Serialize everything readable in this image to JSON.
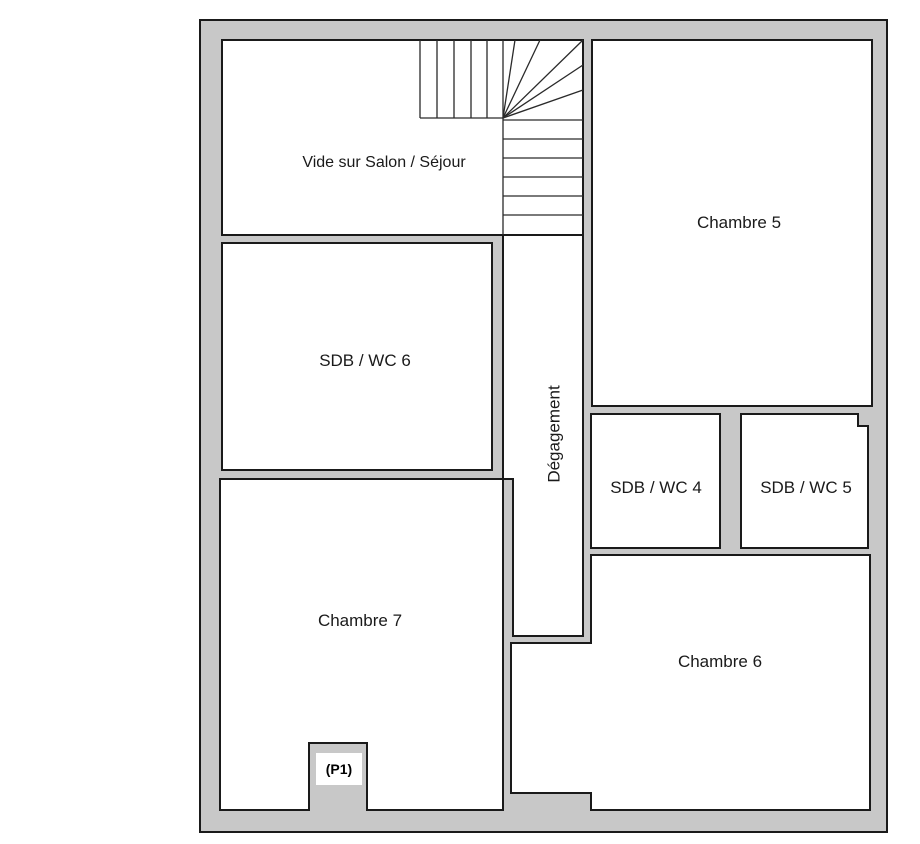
{
  "rooms": {
    "vide_salon": "Vide sur Salon / Séjour",
    "chambre_5": "Chambre 5",
    "sdb_wc_6": "SDB / WC 6",
    "degagement": "Dégagement",
    "sdb_wc_4": "SDB / WC 4",
    "sdb_wc_5": "SDB / WC 5",
    "chambre_7": "Chambre 7",
    "chambre_6": "Chambre 6"
  },
  "pillar": "(P1)",
  "colors": {
    "wall": "#c8c8c8",
    "floor": "#ffffff",
    "outline": "#1a1a1a"
  }
}
